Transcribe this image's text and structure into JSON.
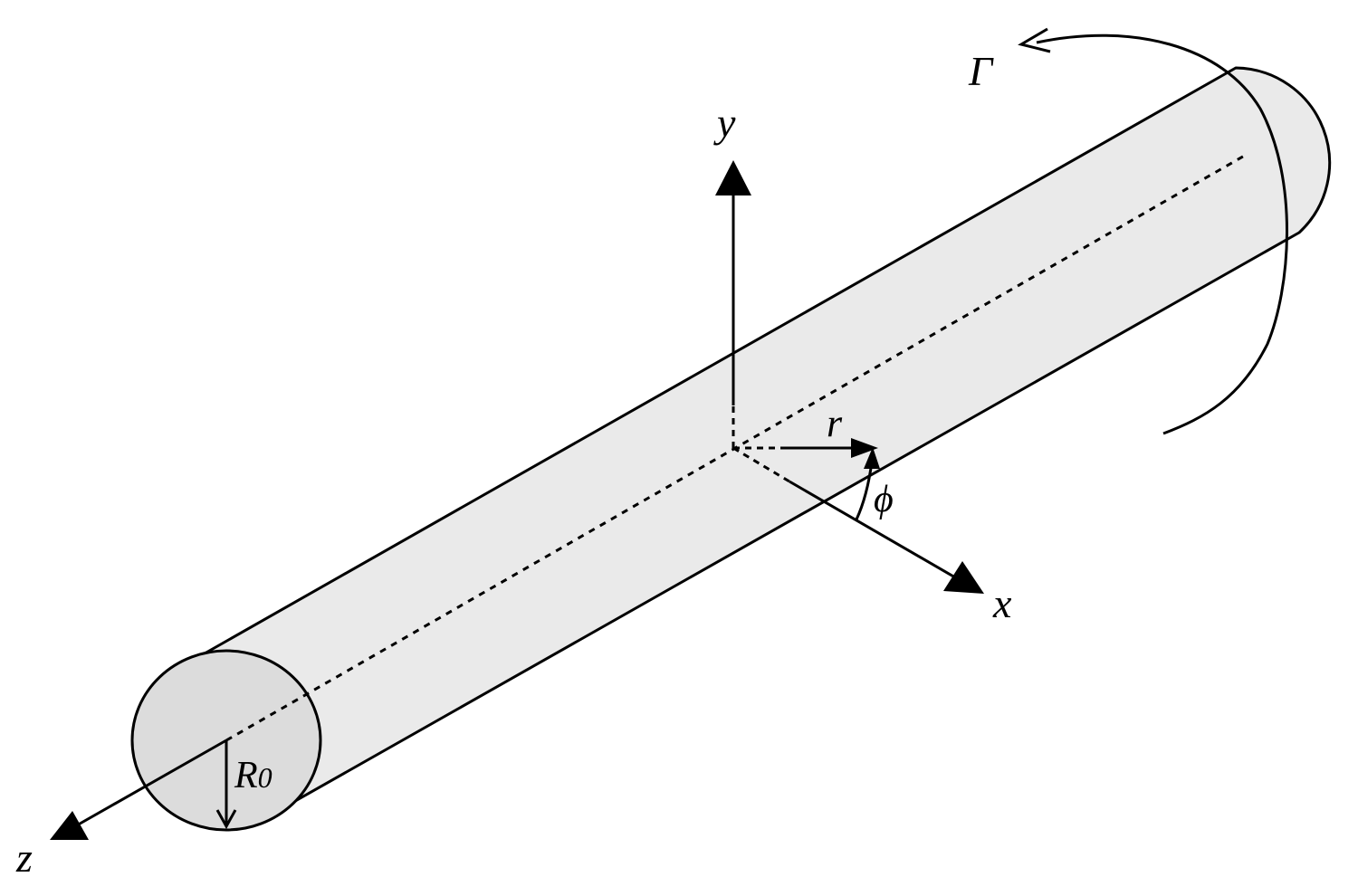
{
  "labels": {
    "y_axis": "y",
    "x_axis": "x",
    "z_axis": "z",
    "radius_vector": "r",
    "angle": "ϕ",
    "torque": "Γ",
    "radius_main": "R",
    "radius_sub": "0"
  },
  "colors": {
    "body_fill": "#eaeaea",
    "end_face_fill": "#dcdcdc",
    "stroke": "#000000"
  },
  "icons": [
    "arrowhead-triangle-icon",
    "curved-arrow-icon"
  ]
}
